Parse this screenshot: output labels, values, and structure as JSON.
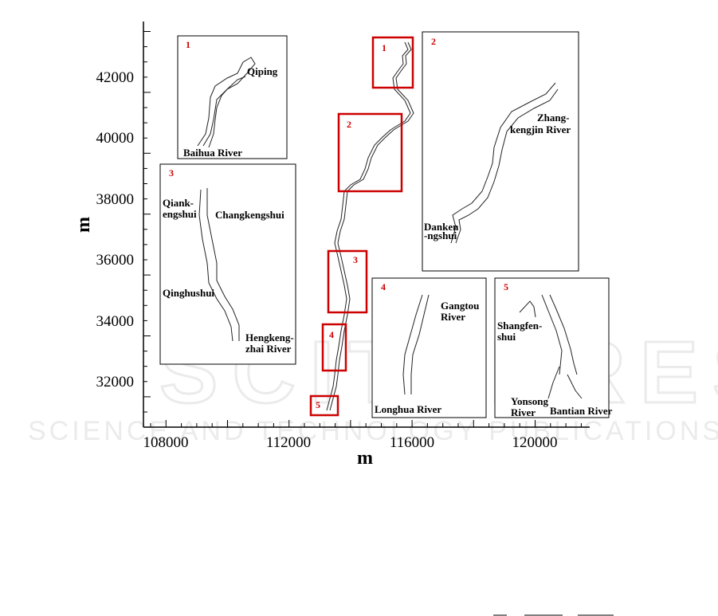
{
  "watermark": {
    "main": "SCITEPRESS",
    "sub": "SCIENCE AND TECHNOLOGY PUBLICATIONS"
  },
  "axes": {
    "x_label": "m",
    "y_label": "m",
    "x_ticks": [
      "108000",
      "112000",
      "116000",
      "120000"
    ],
    "y_ticks": [
      "32000",
      "34000",
      "36000",
      "38000",
      "40000",
      "42000"
    ]
  },
  "boxes": [
    "1",
    "2",
    "3",
    "4",
    "5"
  ],
  "insets": [
    {
      "num": "1",
      "labels": [
        "Qiping",
        "Baihua River"
      ]
    },
    {
      "num": "2",
      "labels": [
        "Zhang-",
        "kengjin River",
        "Danken",
        "-ngshui"
      ]
    },
    {
      "num": "3",
      "labels": [
        "Qiank-",
        "engshui",
        "Changkengshui",
        "Qinghushui",
        "Hengkeng-",
        "zhai River"
      ]
    },
    {
      "num": "4",
      "labels": [
        "Gangtou",
        "River",
        "Longhua River"
      ]
    },
    {
      "num": "5",
      "labels": [
        "Shangfen-",
        "shui",
        "Yonsong",
        "River",
        "Bantian River"
      ]
    }
  ],
  "colors": {
    "box": "#cc0000",
    "river": "#222222",
    "axis": "#000000"
  }
}
